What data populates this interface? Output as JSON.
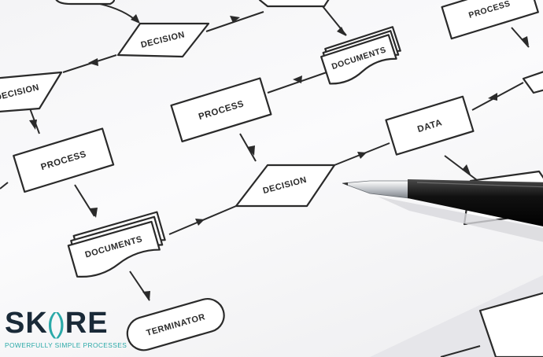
{
  "labels": {
    "decision_top": "DECISION",
    "decision_left": "DECISION",
    "decision_center": "DECISION",
    "process_left": "PROCESS",
    "process_center": "PROCESS",
    "process_topright": "PROCESS",
    "documents_top": "DOCUMENTS",
    "documents_bottom": "DOCUMENTS",
    "data": "DATA",
    "terminator": "TERMINATOR"
  },
  "logo": {
    "brand_left": "SK",
    "paren_open": "(",
    "paren_close": ")",
    "brand_right": "RE",
    "tagline": "POWERFULLY SIMPLE PROCESSES"
  }
}
